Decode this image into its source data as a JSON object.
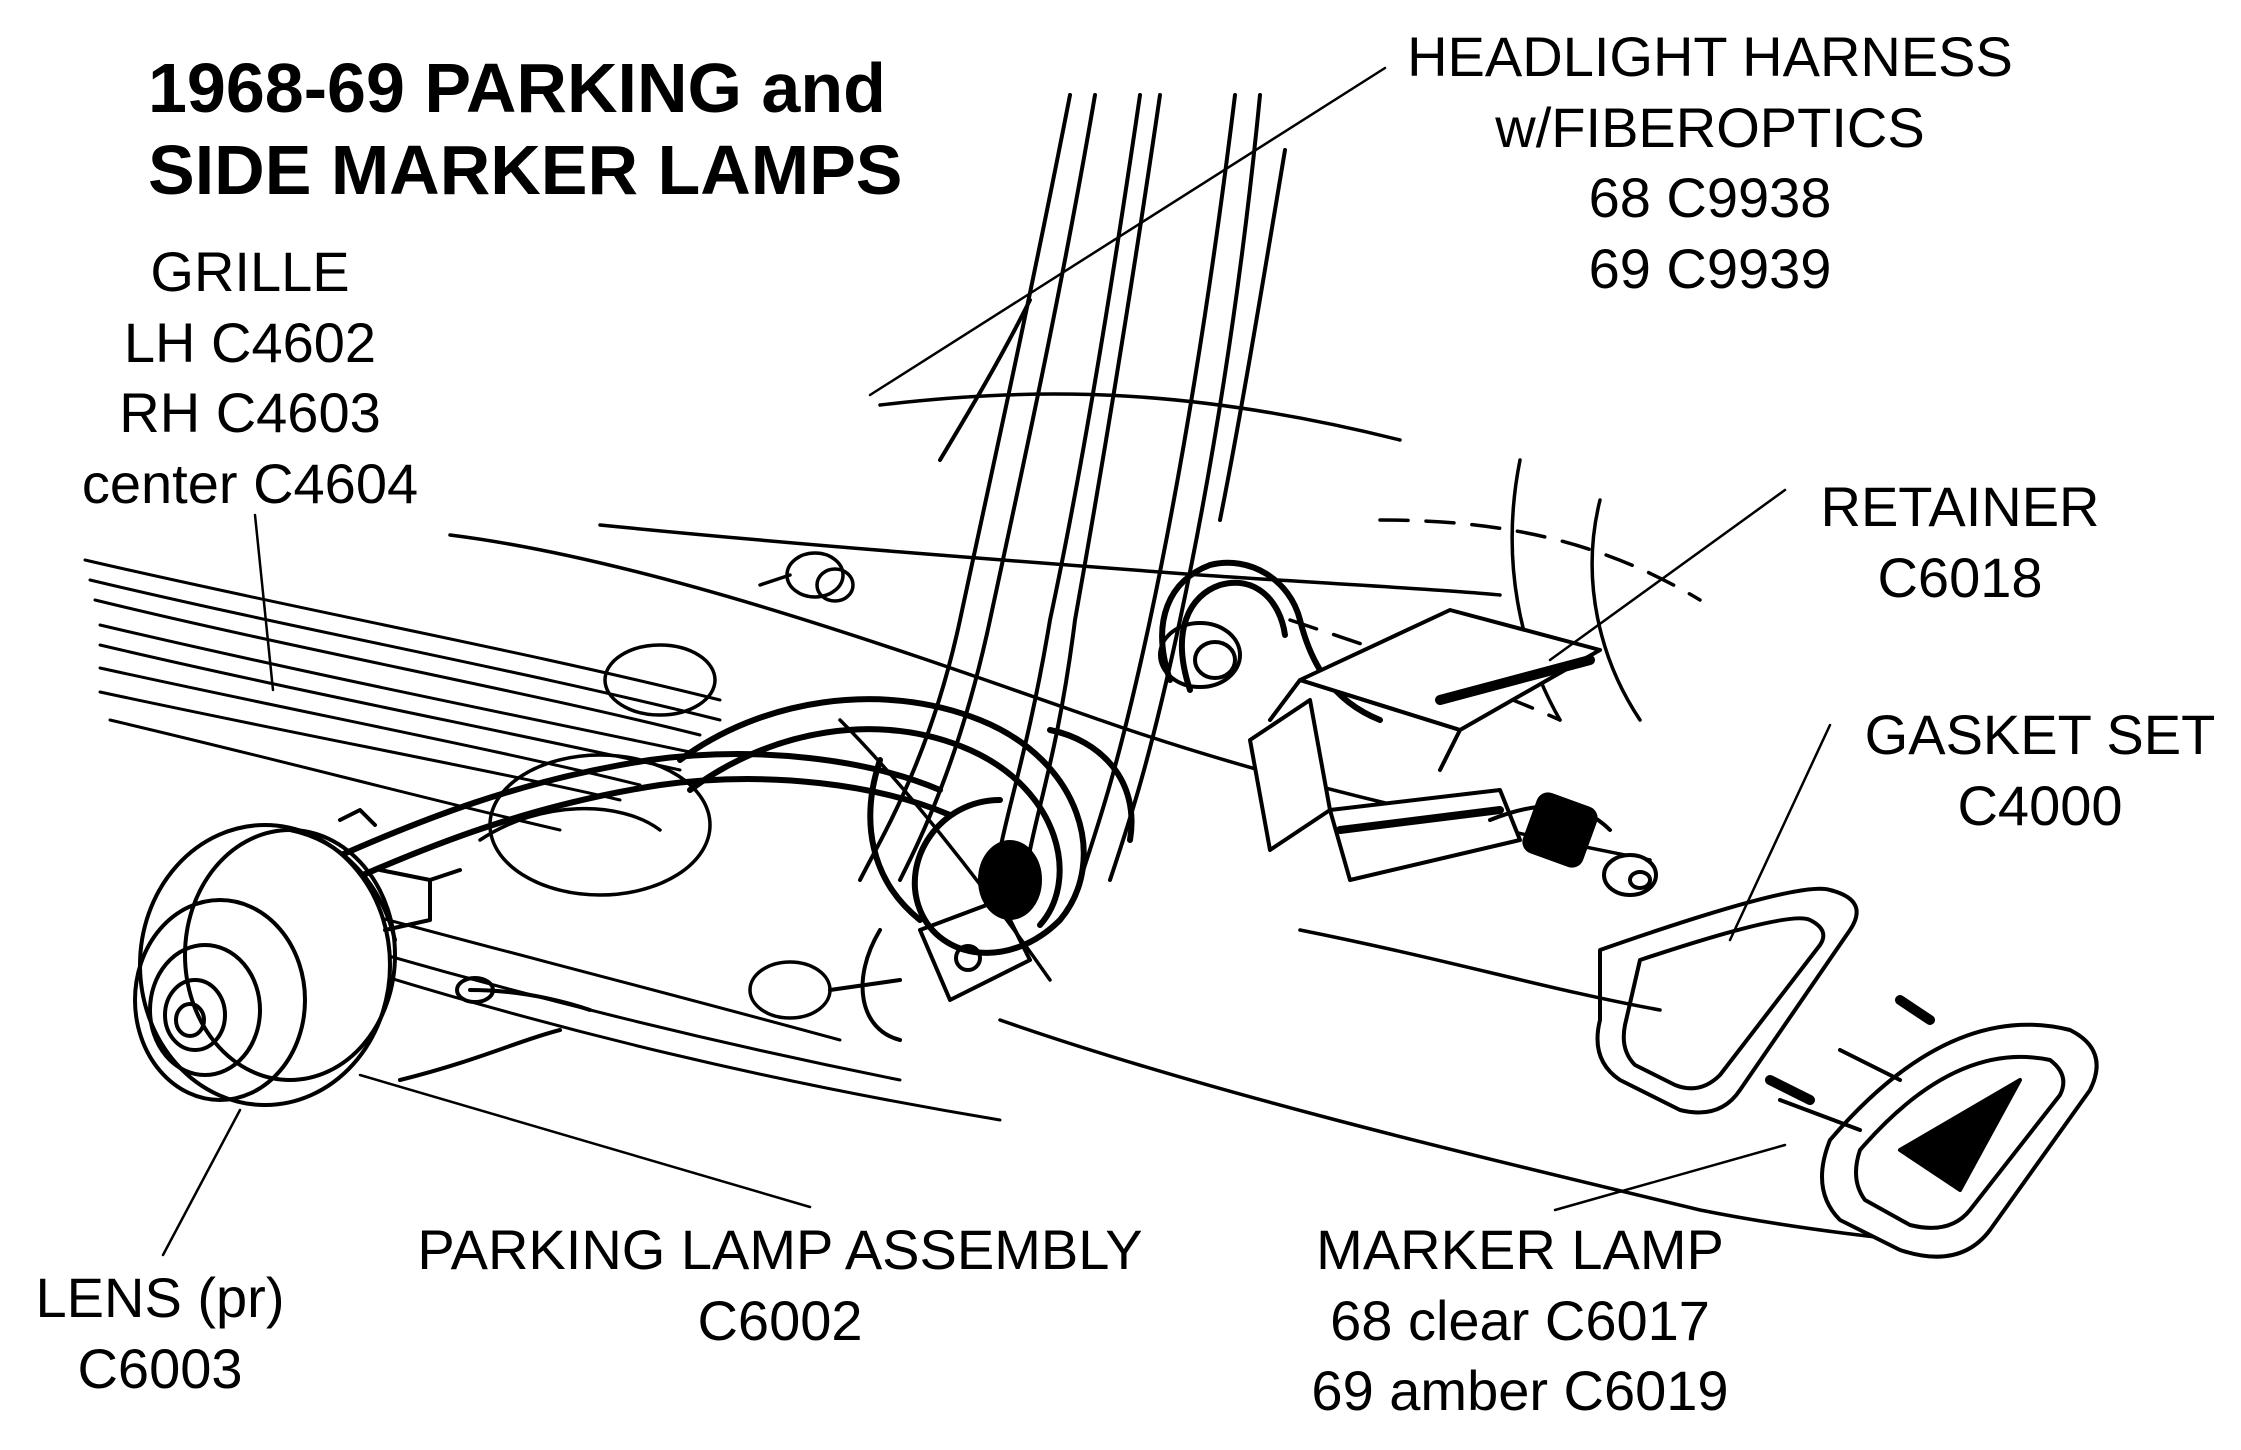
{
  "title": {
    "line1": "1968-69 PARKING and",
    "line2": "SIDE MARKER LAMPS"
  },
  "callouts": {
    "grille": {
      "name": "GRILLE",
      "lh": "LH  C4602",
      "rh": "RH  C4603",
      "center": "center  C4604"
    },
    "headlight_harness": {
      "name": "HEADLIGHT HARNESS",
      "sub": "w/FIBEROPTICS",
      "y68": "68  C9938",
      "y69": "69  C9939"
    },
    "retainer": {
      "name": "RETAINER",
      "part": "C6018"
    },
    "gasket_set": {
      "name": "GASKET SET",
      "part": "C4000"
    },
    "lens": {
      "name": "LENS (pr)",
      "part": "C6003"
    },
    "parking_lamp_assembly": {
      "name": "PARKING LAMP ASSEMBLY",
      "part": "C6002"
    },
    "marker_lamp": {
      "name": "MARKER LAMP",
      "y68": "68 clear C6017",
      "y69": "69 amber C6019"
    }
  }
}
